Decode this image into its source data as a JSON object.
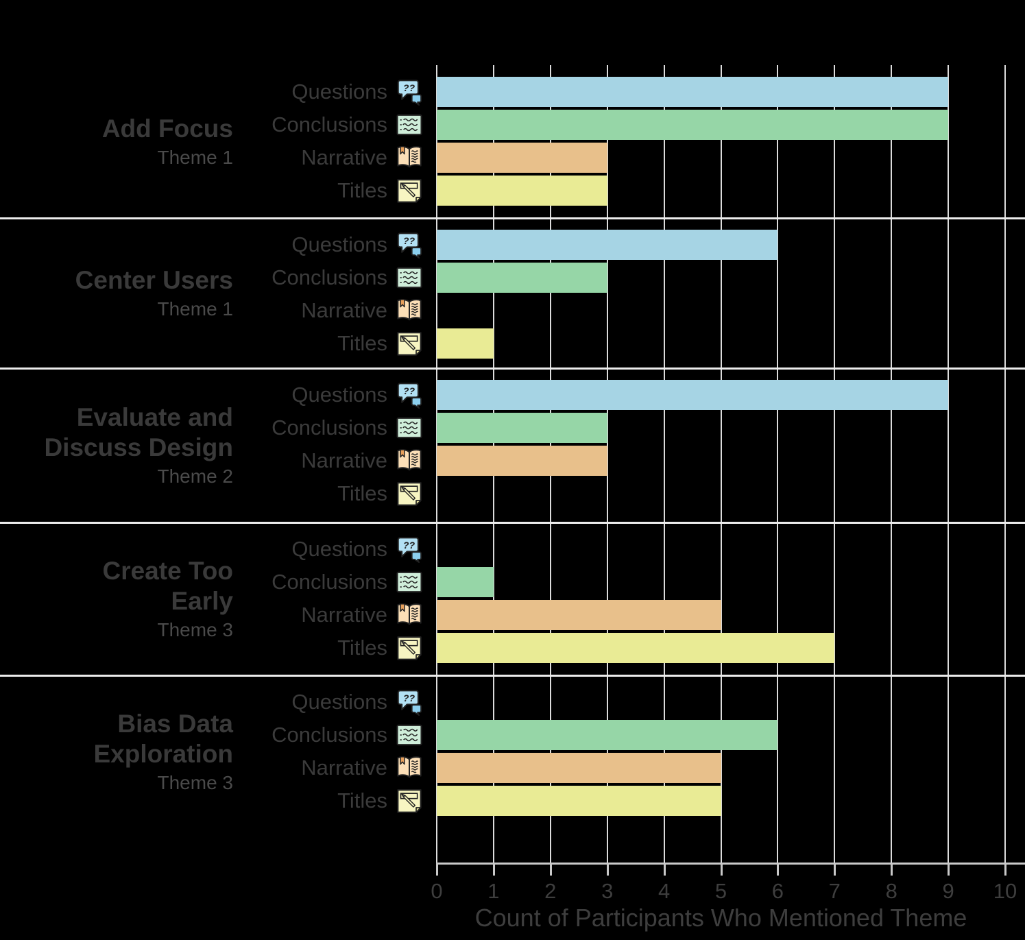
{
  "chart_data": {
    "type": "bar",
    "orientation": "horizontal",
    "xlabel": "Count of Participants Who Mentioned Theme",
    "xlim": [
      0,
      10
    ],
    "x_ticks": [
      0,
      1,
      2,
      3,
      4,
      5,
      6,
      7,
      8,
      9,
      10
    ],
    "grid": true,
    "categories": [
      {
        "label": "Questions",
        "icon": "question-bubbles-icon",
        "color": "#a6d4e4"
      },
      {
        "label": "Conclusions",
        "icon": "conclusions-note-icon",
        "color": "#96d6a7"
      },
      {
        "label": "Narrative",
        "icon": "narrative-book-icon",
        "color": "#e8c08b"
      },
      {
        "label": "Titles",
        "icon": "titles-sticky-note-icon",
        "color": "#e9eb95"
      }
    ],
    "groups": [
      {
        "title": "Add Focus",
        "subtitle": "Theme 1",
        "values": [
          9,
          9,
          3,
          3
        ]
      },
      {
        "title": "Center Users",
        "subtitle": "Theme 1",
        "values": [
          6,
          3,
          0,
          1
        ]
      },
      {
        "title": "Evaluate and Discuss Design",
        "subtitle": "Theme 2",
        "values": [
          9,
          3,
          3,
          0
        ]
      },
      {
        "title": "Create Too Early",
        "subtitle": "Theme 3",
        "values": [
          0,
          1,
          5,
          7
        ]
      },
      {
        "title": "Bias Data Exploration",
        "subtitle": "Theme 3",
        "values": [
          0,
          6,
          5,
          5
        ]
      }
    ]
  },
  "colors": {
    "background": "#000000",
    "gridline": "#dcdcdc",
    "separator": "#ececec",
    "axis": "#c9c9c9",
    "title_text": "#3a3a3a",
    "subtitle_text": "#4a4a4a",
    "label_text": "#3b3b3b",
    "tick_text": "#3e3e3e"
  }
}
